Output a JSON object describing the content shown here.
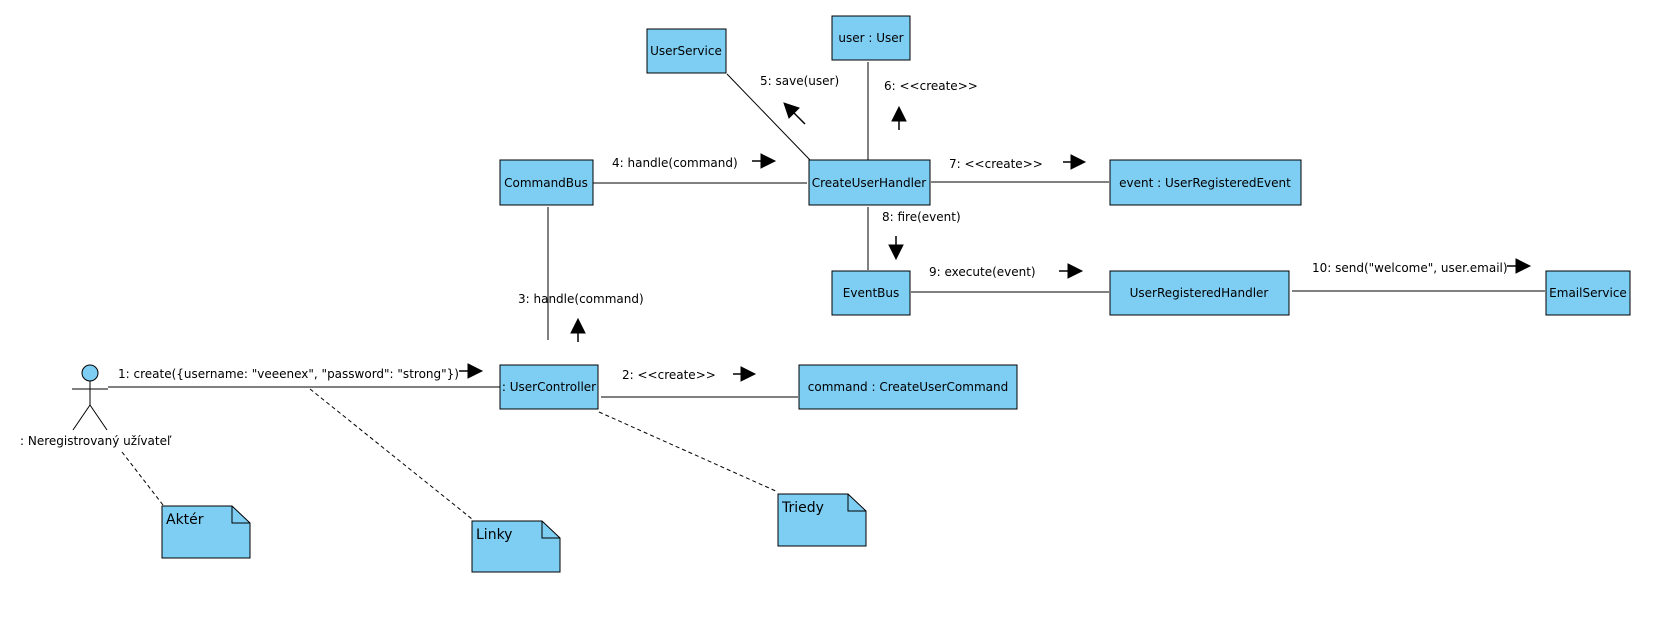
{
  "colors": {
    "fill": "#7ecef4",
    "stroke": "#000000",
    "background": "#ffffff"
  },
  "actor": {
    "label": ": Neregistrovaný užívateľ"
  },
  "objects": {
    "user_controller": ": UserController",
    "command_bus": "CommandBus",
    "create_user_handler": "CreateUserHandler",
    "user_service": "UserService",
    "user_user": "user : User",
    "event_user_registered": "event : UserRegisteredEvent",
    "event_bus": "EventBus",
    "user_registered_handler": "UserRegisteredHandler",
    "email_service": "EmailService",
    "command_create_user": "command : CreateUserCommand"
  },
  "messages": {
    "m1": "1: create({username: \"veeenex\", \"password\": \"strong\"})",
    "m2": "2: <<create>>",
    "m3": "3: handle(command)",
    "m4": "4: handle(command)",
    "m5": "5: save(user)",
    "m6": "6: <<create>>",
    "m7": "7: <<create>>",
    "m8": "8: fire(event)",
    "m9": "9: execute(event)",
    "m10": "10: send(\"welcome\", user.email)"
  },
  "notes": {
    "akter": "Aktér",
    "linky": "Linky",
    "triedy": "Triedy"
  }
}
